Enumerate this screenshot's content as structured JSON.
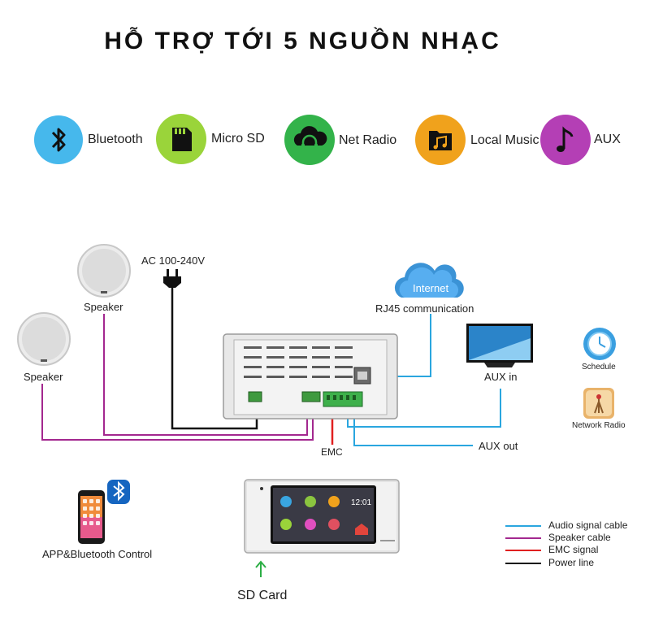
{
  "title": "HỖ TRỢ TỚI 5 NGUỒN NHẠC",
  "sources": [
    {
      "label": "Bluetooth",
      "icon": "bluetooth-icon",
      "color": "#46b8ec"
    },
    {
      "label": "Micro SD",
      "icon": "micro-sd-icon",
      "color": "#9ad43a"
    },
    {
      "label": "Net Radio",
      "icon": "cloud-headphones-icon",
      "color": "#33b34a"
    },
    {
      "label": "Local Music",
      "icon": "music-folder-icon",
      "color": "#f0a21c"
    },
    {
      "label": "AUX",
      "icon": "music-note-icon",
      "color": "#b43fb5"
    }
  ],
  "diagram": {
    "speaker_top": "Speaker",
    "speaker_left": "Speaker",
    "ac_power": "AC 100-240V",
    "internet": "Internet",
    "rj45": "RJ45 communication",
    "aux_in": "AUX in",
    "aux_out": "AUX out",
    "emc": "EMC",
    "schedule": "Schedule",
    "network_radio": "Network Radio",
    "app_control": "APP&Bluetooth Control",
    "sd_card": "SD Card",
    "screen_time": "12:01"
  },
  "legend": [
    {
      "label": "Audio signal cable",
      "color": "#2aa6df"
    },
    {
      "label": "Speaker cable",
      "color": "#a3288f"
    },
    {
      "label": "EMC signal",
      "color": "#e02020"
    },
    {
      "label": "Power line",
      "color": "#111111"
    }
  ]
}
